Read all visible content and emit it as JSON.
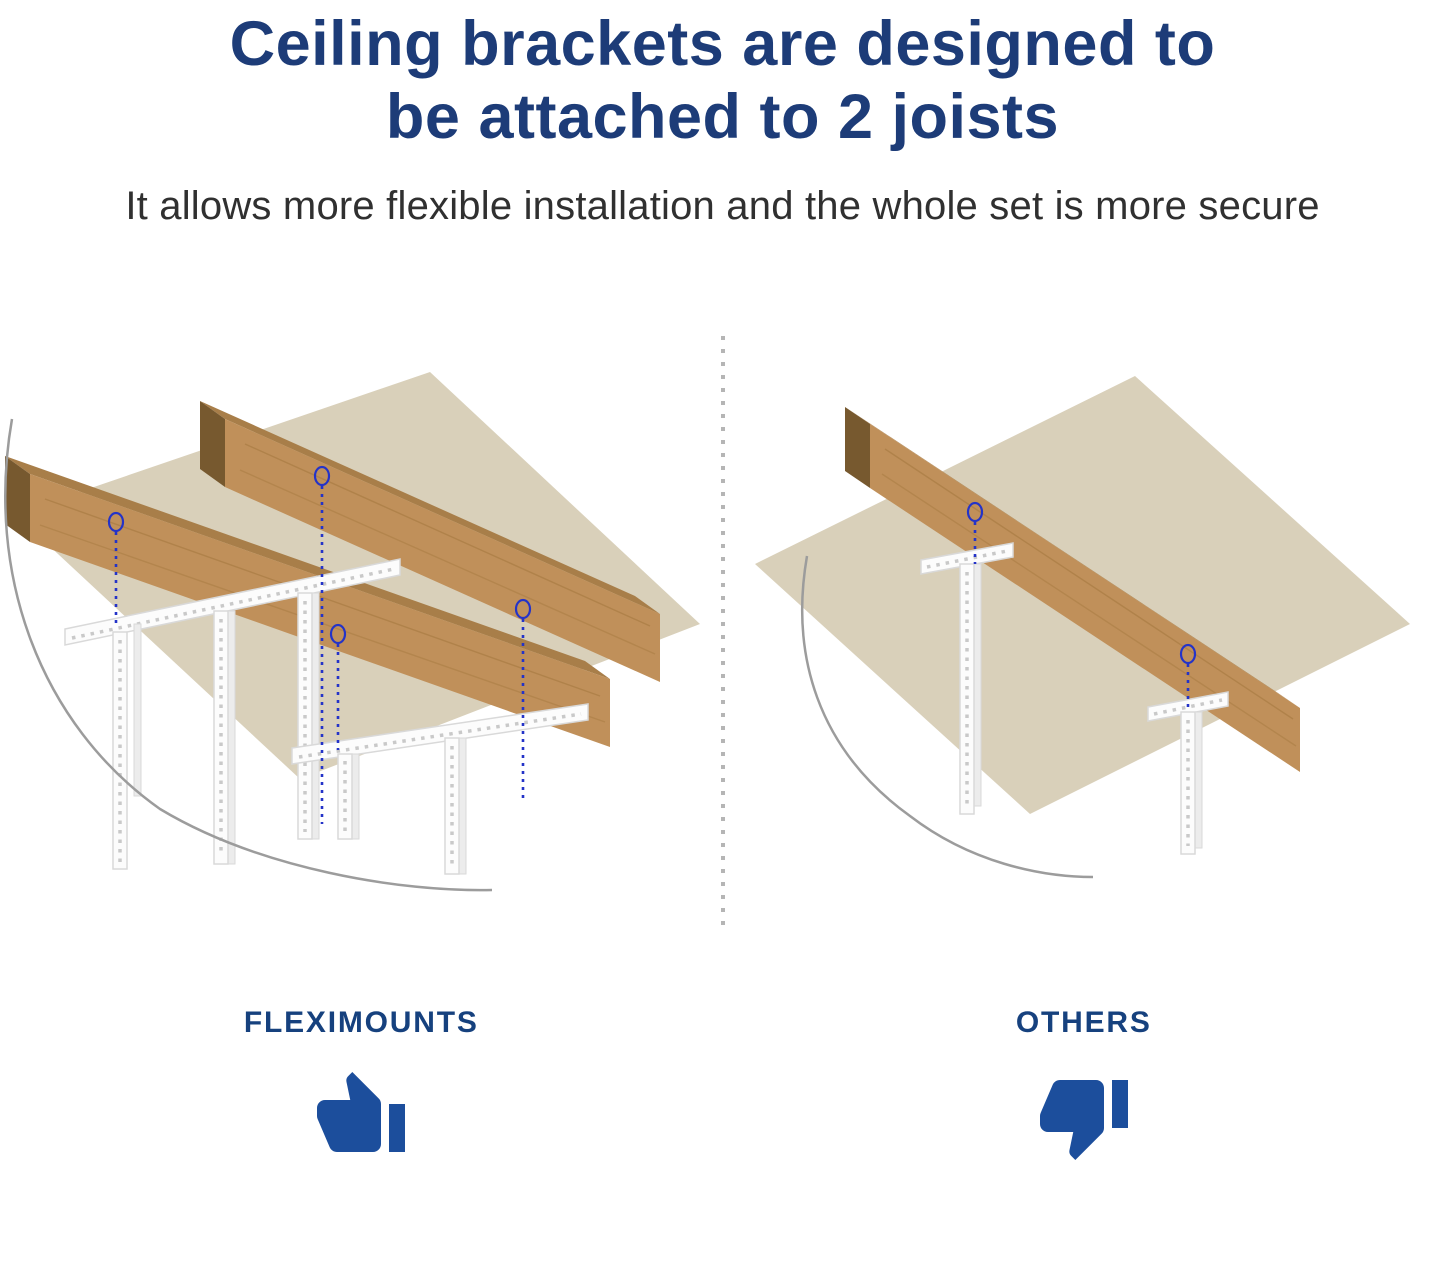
{
  "header": {
    "title_line1": "Ceiling brackets are designed to",
    "title_line2": "be attached to 2 joists",
    "subtitle": "It allows more flexible installation and the whole set is more secure"
  },
  "comparison": {
    "left": {
      "label": "FLEXIMOUNTS",
      "icon": "thumbs-up-icon",
      "verdict": "positive"
    },
    "right": {
      "label": "OTHERS",
      "icon": "thumbs-down-icon",
      "verdict": "negative"
    }
  },
  "colors": {
    "title_blue": "#1d3c78",
    "label_blue": "#16417e",
    "icon_blue": "#1c4e9c",
    "subtitle_gray": "#303030",
    "ceiling_tan": "#d9d0ba",
    "wood_front": "#c0905a",
    "wood_top": "#a87e49",
    "wood_cap": "#77592f",
    "wood_grain": "#a3773e",
    "bracket_white": "#fcfcfc",
    "bracket_edge": "#d9d9d9",
    "bracket_side": "#ececec",
    "bracket_holes": "#c9c9c9",
    "marker_blue": "#2433c8",
    "divider_gray": "#b5b5b5",
    "curve_gray": "#9c9c9c"
  }
}
